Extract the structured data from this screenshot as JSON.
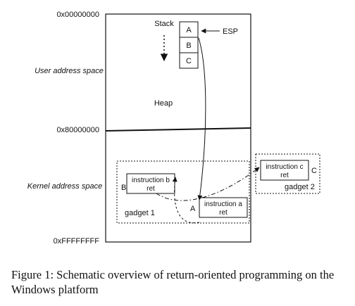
{
  "addresses": {
    "top": "0x00000000",
    "middle": "0x80000000",
    "bottom": "0xFFFFFFFF"
  },
  "regions": {
    "user": "User address space",
    "kernel": "Kernel address space"
  },
  "stack": {
    "label": "Stack",
    "cells": [
      "A",
      "B",
      "C"
    ],
    "pointer": "ESP"
  },
  "heap_label": "Heap",
  "gadget1": {
    "label": "gadget 1",
    "instr_b": {
      "line1": "instruction b",
      "line2": "ret",
      "marker": "B"
    },
    "instr_a": {
      "line1": "instruction a",
      "line2": "ret",
      "marker": "A"
    }
  },
  "gadget2": {
    "label": "gadget 2",
    "instr_c": {
      "line1": "instruction c",
      "line2": "ret",
      "marker": "C"
    }
  },
  "caption": "Figure 1:  Schematic overview of return-oriented programming on the Windows platform"
}
